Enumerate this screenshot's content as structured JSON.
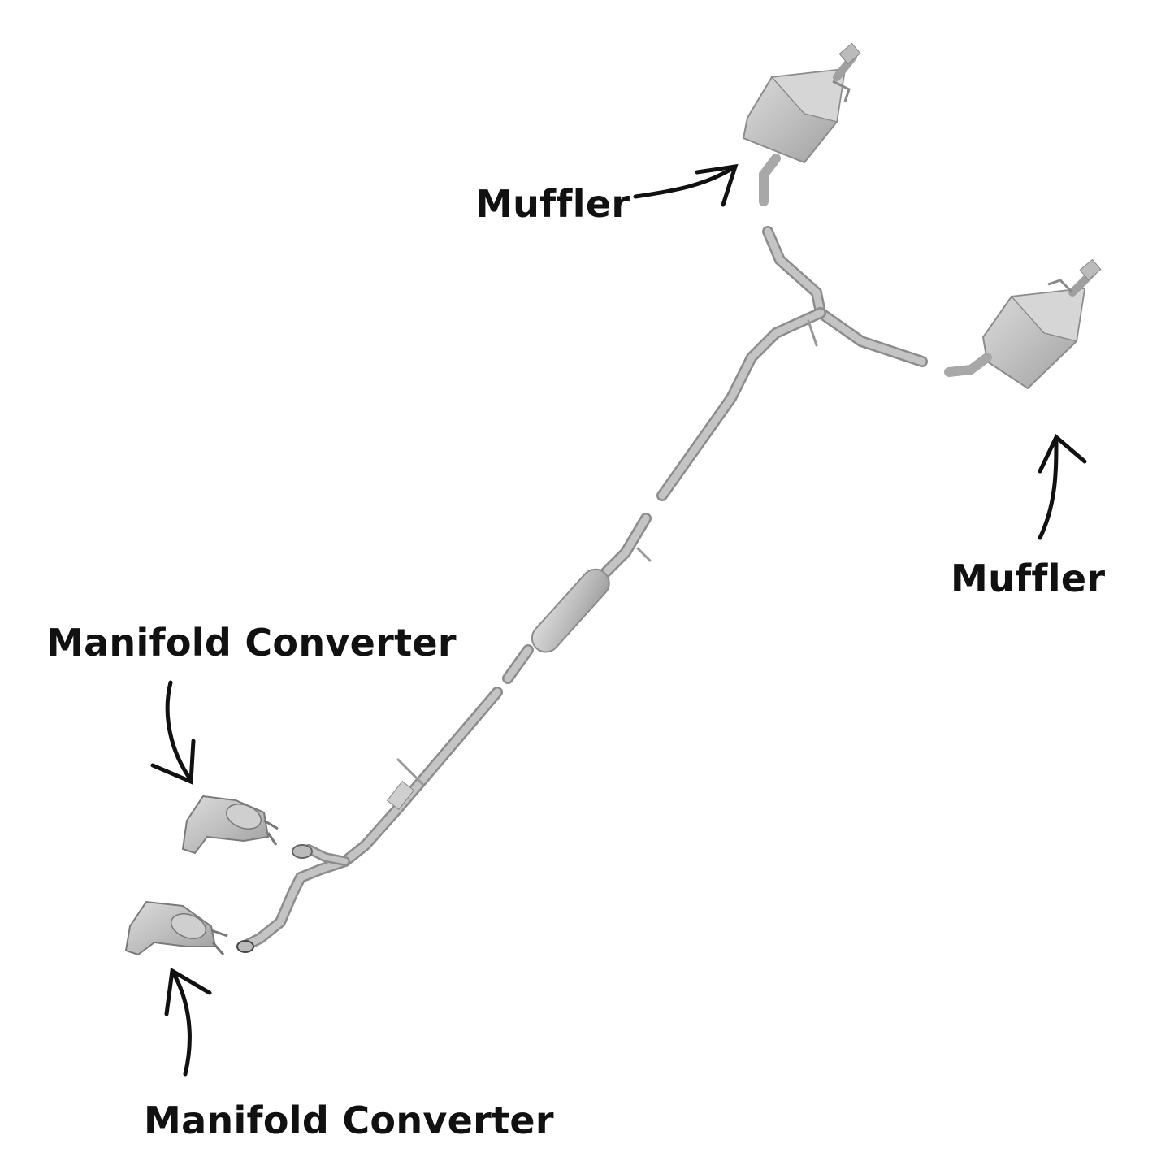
{
  "labels": {
    "muffler_top": "Muffler",
    "muffler_right": "Muffler",
    "converter_top": "Manifold Converter",
    "converter_bottom": "Manifold Converter"
  },
  "colors": {
    "text": "#111111",
    "arrow": "#111111",
    "pipe": "#bdbdbd",
    "pipe_edge": "#8c8c8c",
    "part_fill": "#c8c8c8",
    "part_shade": "#a9a9a9"
  }
}
